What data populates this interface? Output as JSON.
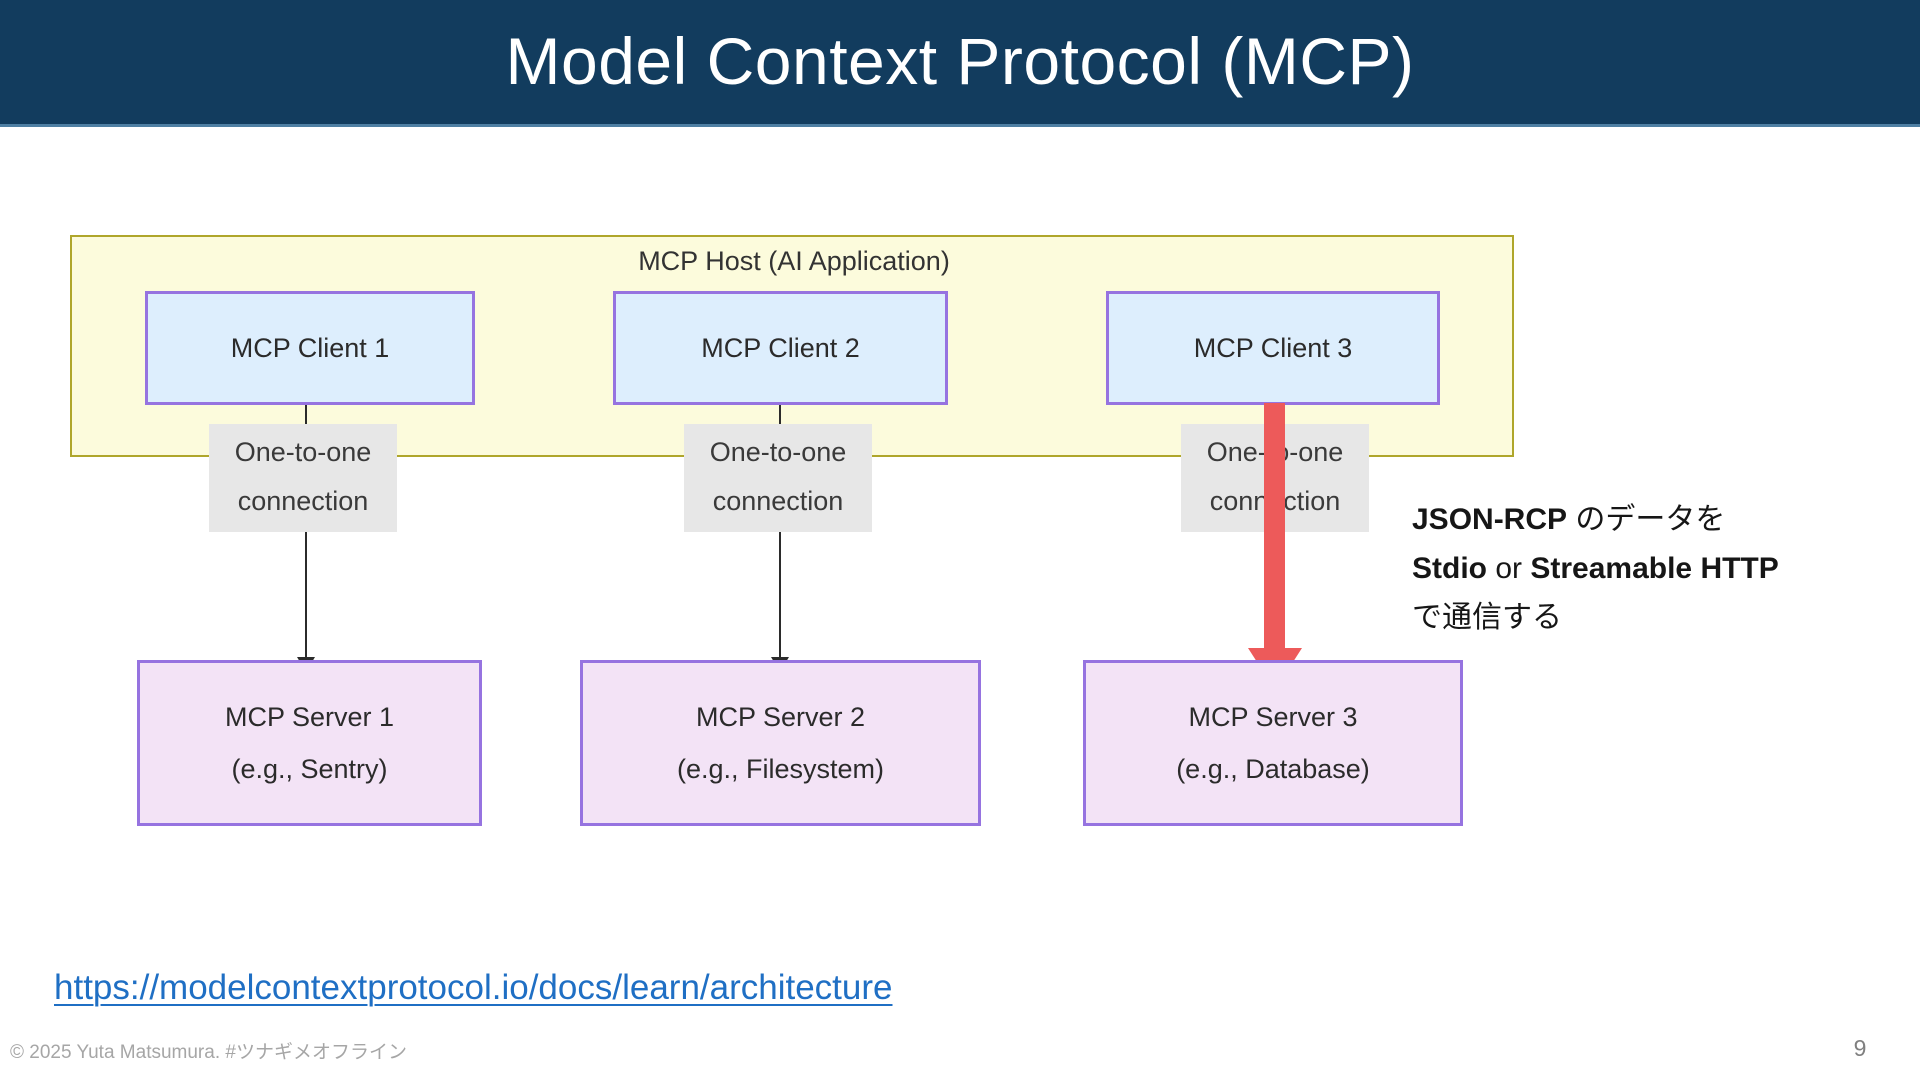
{
  "slide": {
    "title": "Model Context Protocol (MCP)",
    "page_number": "9",
    "footer": "© 2025 Yuta Matsumura.  #ツナギメオフライン",
    "source_link": "https://modelcontextprotocol.io/docs/learn/architecture"
  },
  "colors": {
    "title_bar": "#123C5E",
    "title_bar_underline": "#4E7FA3",
    "host_fill": "#FCFBDC",
    "host_border": "#AFA62B",
    "client_fill": "#DDEEFD",
    "node_border": "#9673E0",
    "server_fill": "#F3E3F6",
    "connector": "#2b2b2b",
    "emphasis_arrow": "#ED5A5A",
    "label_bg": "#E7E7E7",
    "link": "#1F6FC4",
    "footer_text": "#A6A6A6"
  },
  "diagram": {
    "host": {
      "title": "MCP Host (AI Application)"
    },
    "clients": [
      {
        "label": "MCP Client 1"
      },
      {
        "label": "MCP Client 2"
      },
      {
        "label": "MCP Client 3"
      }
    ],
    "connections": [
      {
        "line1": "One-to-one",
        "line2": "connection"
      },
      {
        "line1": "One-to-one",
        "line2": "connection"
      },
      {
        "line1": "One-to-one",
        "line2": "connection"
      }
    ],
    "servers": [
      {
        "line1": "MCP Server 1",
        "line2": "(e.g., Sentry)"
      },
      {
        "line1": "MCP Server 2",
        "line2": "(e.g., Filesystem)"
      },
      {
        "line1": "MCP Server 3",
        "line2": "(e.g., Database)"
      }
    ],
    "annotation": {
      "line1_bold": "JSON-RCP",
      "line1_rest": " のデータを",
      "line2_bold_a": "Stdio",
      "line2_mid": " or ",
      "line2_bold_b": "Streamable HTTP",
      "line3": "で通信する"
    }
  }
}
